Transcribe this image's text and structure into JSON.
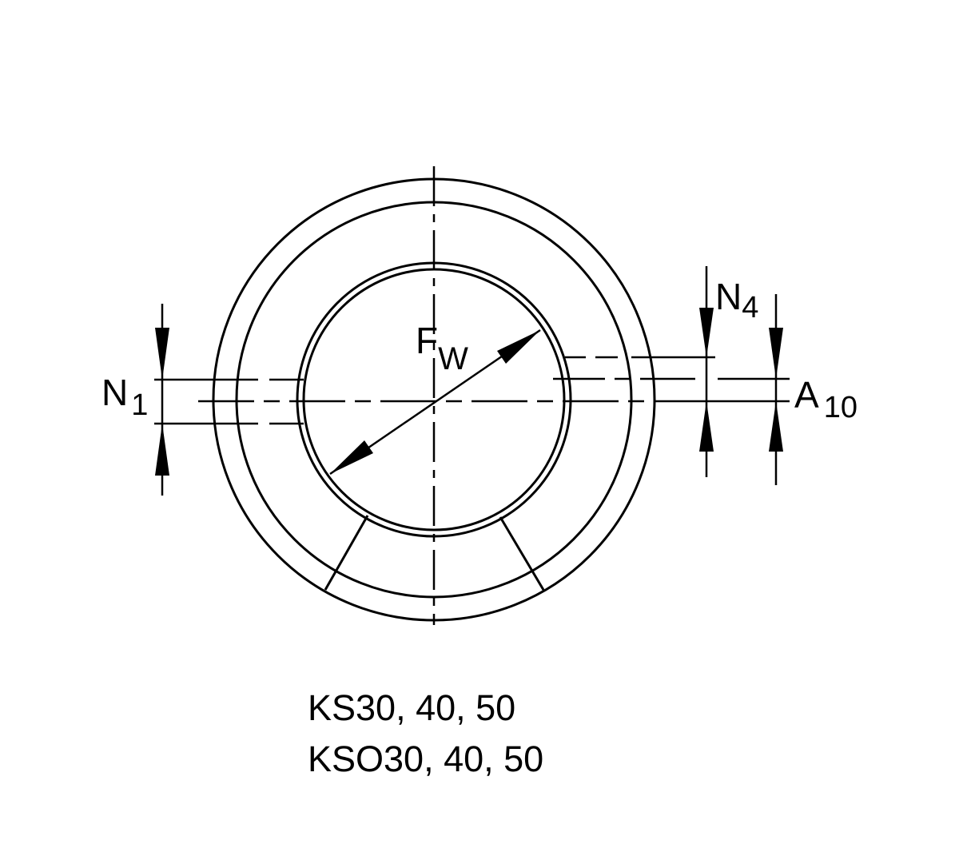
{
  "labels": {
    "fw": {
      "main": "F",
      "sub": "W"
    },
    "n1": {
      "main": "N",
      "sub": "1"
    },
    "n4": {
      "main": "N",
      "sub": "4"
    },
    "a10": {
      "main": "A",
      "sub": "10"
    }
  },
  "caption": {
    "line1": "KS30, 40, 50",
    "line2": "KSO30, 40, 50"
  },
  "colors": {
    "line": "#000000",
    "background": "#ffffff"
  }
}
